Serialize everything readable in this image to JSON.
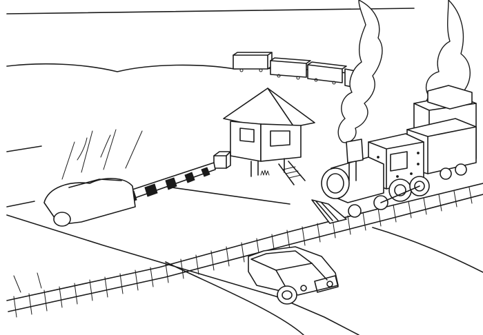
{
  "scene": {
    "style": "black-and-white line drawing",
    "objects": [
      "train",
      "rail-track",
      "crossing-barrier",
      "signal-house",
      "car-crossing-track",
      "car-hitting-barrier",
      "freight-wagons",
      "smoke"
    ],
    "icons": {
      "locomotive": "locomotive-icon",
      "car": "car-icon",
      "house": "house-icon"
    },
    "colors": {
      "ink": "#1a1a1a",
      "paper": "#ffffff"
    }
  }
}
